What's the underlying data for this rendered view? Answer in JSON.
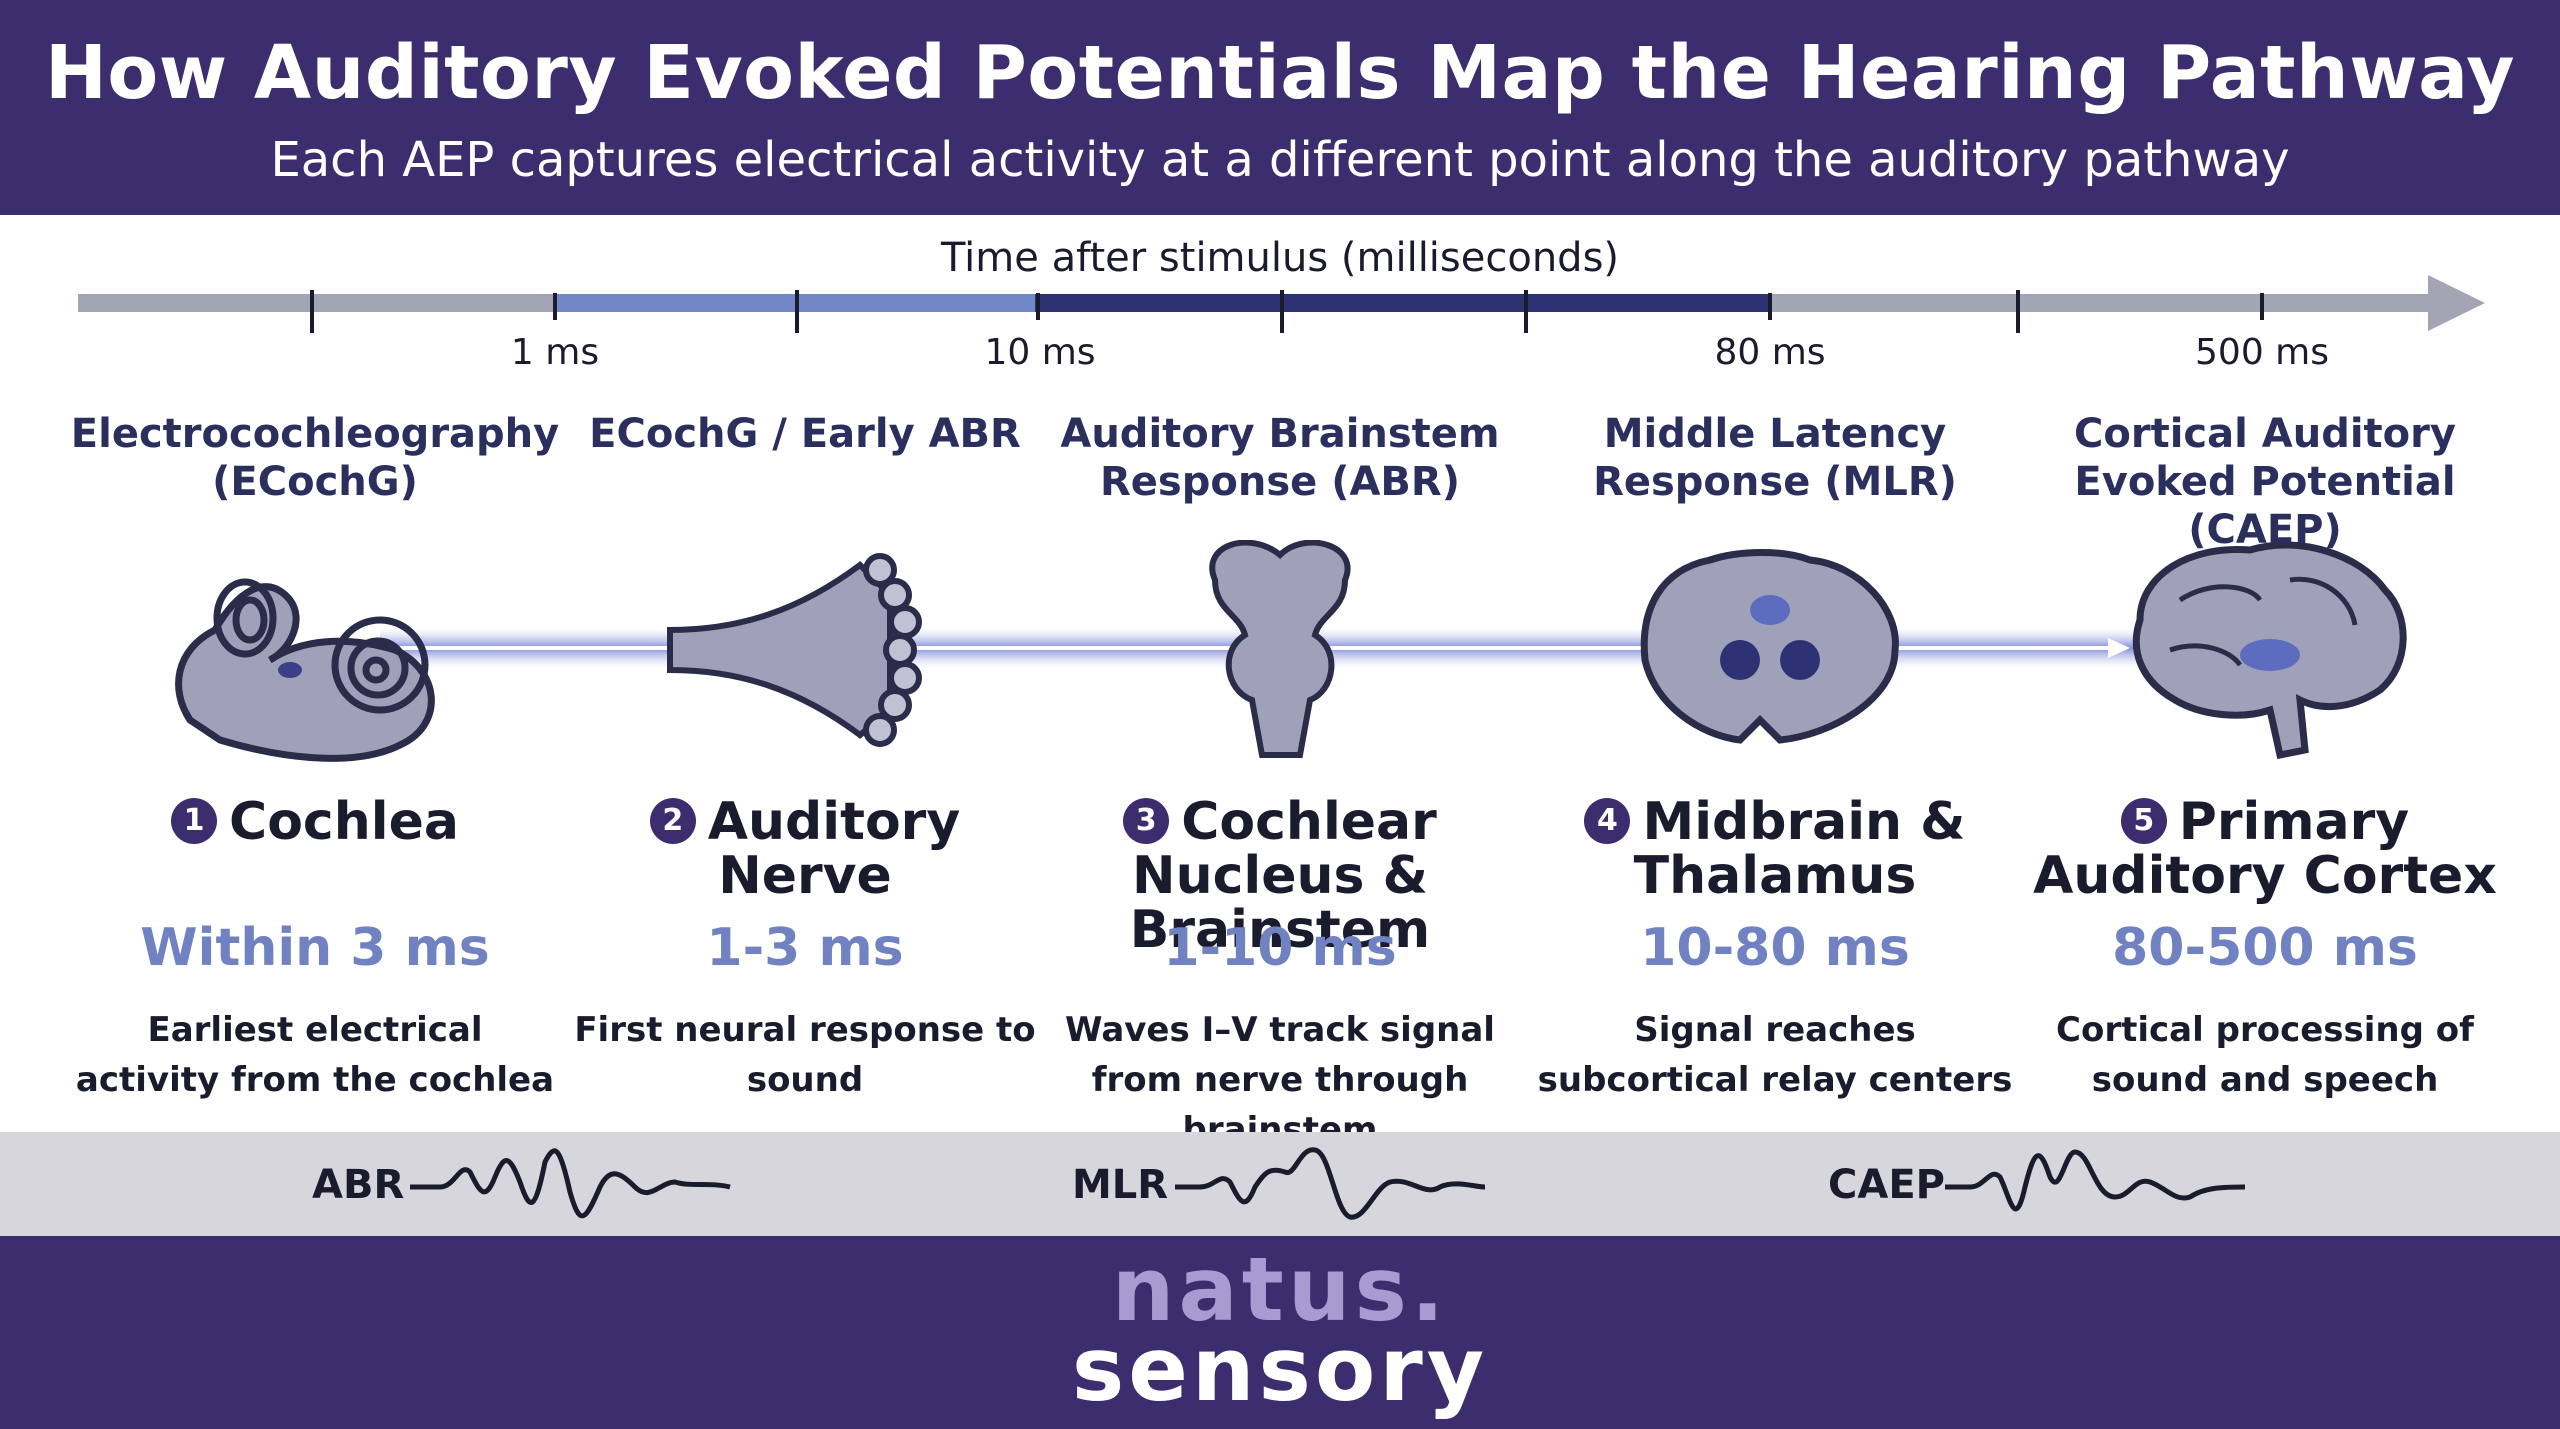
{
  "header": {
    "title": "How Auditory Evoked Potentials Map the Hearing Pathway",
    "subtitle": "Each AEP captures electrical activity at a different point along the auditory pathway"
  },
  "timeline": {
    "label": "Time after stimulus (milliseconds)",
    "ticks": [
      "1 ms",
      "10 ms",
      "80 ms",
      "500 ms"
    ]
  },
  "stages": [
    {
      "num": "1",
      "technique": "Electrocochleography (ECochG)",
      "location": "Cochlea",
      "latency": "Within 3 ms",
      "description": "Earliest electrical activity from the cochlea",
      "icon": "cochlea-icon"
    },
    {
      "num": "2",
      "technique": "ECochG / Early ABR",
      "location": "Auditory Nerve",
      "latency": "1-3 ms",
      "description": "First neural response to sound",
      "icon": "auditory-nerve-icon"
    },
    {
      "num": "3",
      "technique": "Auditory Brainstem Response (ABR)",
      "location": "Cochlear Nucleus & Brainstem",
      "latency": "1-10 ms",
      "description": "Waves I–V track signal from nerve through brainstem",
      "icon": "brainstem-icon"
    },
    {
      "num": "4",
      "technique": "Middle Latency Response (MLR)",
      "location": "Midbrain & Thalamus",
      "latency": "10-80 ms",
      "description": "Signal reaches subcortical relay centers",
      "icon": "midbrain-icon"
    },
    {
      "num": "5",
      "technique": "Cortical Auditory Evoked Potential (CAEP)",
      "location": "Primary Auditory Cortex",
      "latency": "80-500 ms",
      "description": "Cortical processing of sound and speech",
      "icon": "brain-cortex-icon"
    }
  ],
  "waveforms": [
    "ABR",
    "MLR",
    "CAEP"
  ],
  "brand": {
    "line1": "natus.",
    "line2": "sensory"
  },
  "colors": {
    "header": "#3b2d6e",
    "accent": "#7082c2",
    "band": "#d6d6dc"
  }
}
